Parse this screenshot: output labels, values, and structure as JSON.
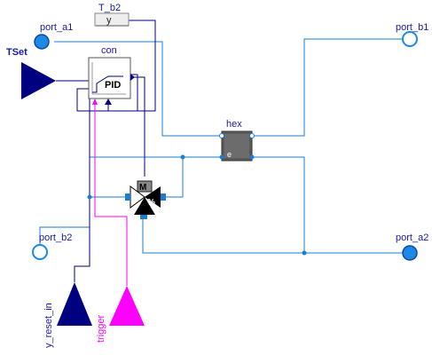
{
  "labels": {
    "port_a1": "port_a1",
    "port_b1": "port_b1",
    "port_b2": "port_b2",
    "port_a2": "port_a2",
    "TSet": "TSet",
    "T_b2": "T_b2",
    "T_b2_output": "y",
    "con": "con",
    "con_text": "PID",
    "hex": "hex",
    "hex_text": "e",
    "valve_text": "M",
    "valve_percent": "%",
    "y_reset_in": "y_reset_in",
    "trigger": "trigger"
  },
  "colors": {
    "fluid_wire": "#1a7fd1",
    "signal_wire": "#00007f",
    "boolean_wire": "#ff00ff",
    "port_fill": "#1e88e5",
    "label_text": "#1a1aa6"
  },
  "icons": {
    "port_a1": "fluid-port-filled-circle",
    "port_b1": "fluid-port-hollow-circle",
    "port_b2": "fluid-port-hollow-circle",
    "port_a2": "fluid-port-filled-circle",
    "TSet": "real-input-triangle",
    "y_reset_in": "real-input-triangle",
    "trigger": "boolean-input-triangle",
    "con": "pid-controller-block",
    "hex": "heat-exchanger-block",
    "valve": "three-way-valve-with-motor"
  }
}
